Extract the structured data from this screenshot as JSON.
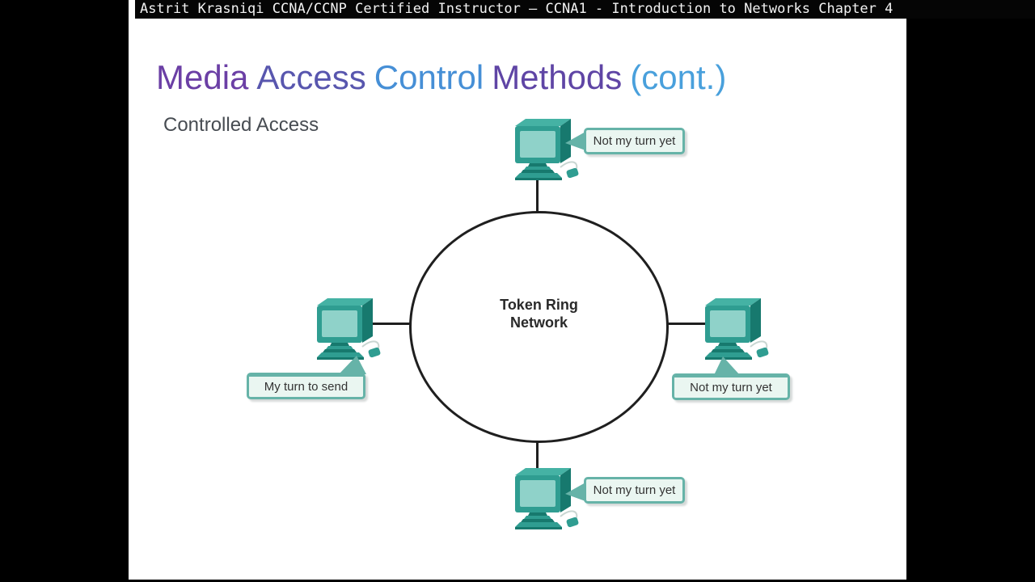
{
  "colors": {
    "computer": "#2f9d91",
    "computer_dark": "#17796e",
    "computer_light": "#45b2a4",
    "screen": "#8fd2c9",
    "bubble_fill": "#eaf6f1",
    "bubble_border": "#66b3a8",
    "ring_stroke": "#1f1f1f",
    "subtitle_gray": "#474c52"
  },
  "header": {
    "title": "Astrit Krasniqi CCNA/CCNP Certified Instructor – CCNA1 - Introduction to Networks Chapter 4"
  },
  "slide": {
    "title": {
      "words": [
        {
          "text": "Media",
          "color": "#6b3fa5"
        },
        {
          "text": "Access",
          "color": "#5856ae"
        },
        {
          "text": "Control",
          "color": "#468fd6"
        },
        {
          "text": "Methods",
          "color": "#5f45a5"
        },
        {
          "text": "(cont.)",
          "color": "#49a0dc"
        }
      ]
    },
    "subtitle": "Controlled Access",
    "diagram": {
      "ring_label": {
        "line1": "Token Ring",
        "line2": "Network"
      },
      "bubbles": {
        "top": "Not my turn yet",
        "right": "Not my turn yet",
        "bottom": "Not my turn yet",
        "left": "My turn to send"
      }
    }
  }
}
